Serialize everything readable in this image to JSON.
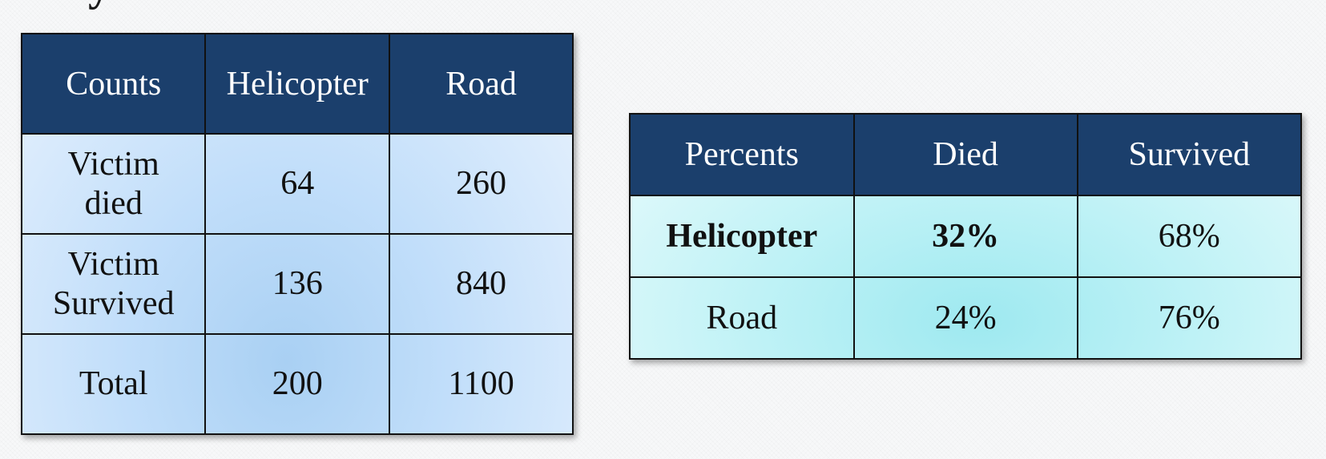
{
  "title_fragment": "y",
  "counts_table": {
    "headers": [
      "Counts",
      "Helicopter",
      "Road"
    ],
    "rows": [
      {
        "label_line1": "Victim",
        "label_line2": "died",
        "helicopter": "64",
        "road": "260"
      },
      {
        "label_line1": "Victim",
        "label_line2": "Survived",
        "helicopter": "136",
        "road": "840"
      },
      {
        "label_line1": "Total",
        "label_line2": "",
        "helicopter": "200",
        "road": "1100"
      }
    ]
  },
  "percents_table": {
    "headers": [
      "Percents",
      "Died",
      "Survived"
    ],
    "rows": [
      {
        "label": "Helicopter",
        "died": "32%",
        "survived": "68%",
        "bold": true
      },
      {
        "label": "Road",
        "died": "24%",
        "survived": "76%",
        "bold": false
      }
    ]
  }
}
